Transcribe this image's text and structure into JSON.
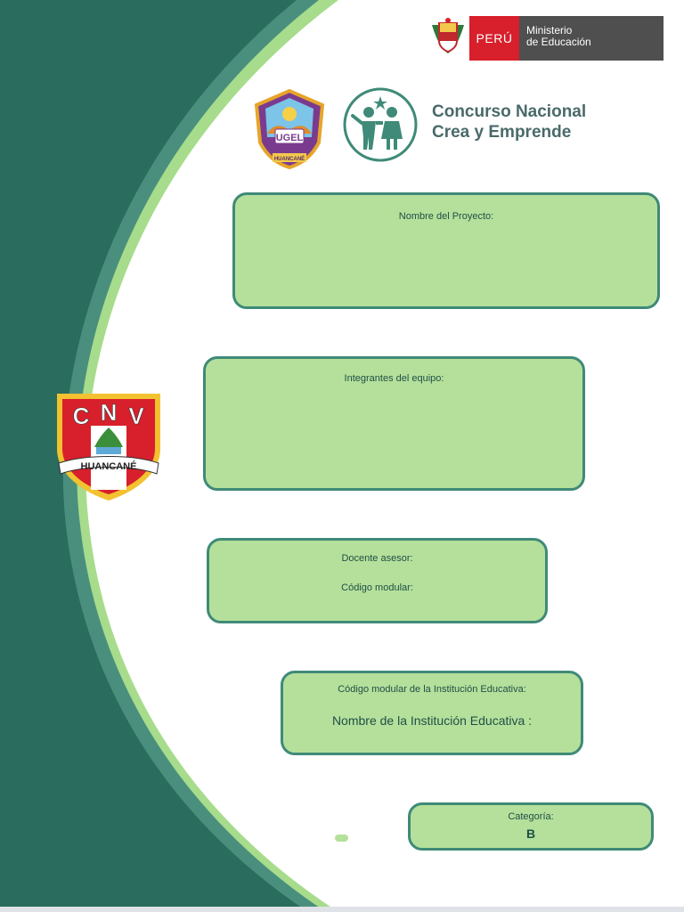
{
  "header": {
    "peru_label": "PERÚ",
    "ministry_line1": "Ministerio",
    "ministry_line2": "de Educación"
  },
  "logos": {
    "ugel_label": "UGEL",
    "ugel_place": "HUANCANÉ",
    "school_letters": [
      "C",
      "N",
      "V"
    ],
    "school_place": "HUANCANÉ"
  },
  "contest": {
    "title_line1": "Concurso Nacional",
    "title_line2": "Crea y Emprende"
  },
  "fields": {
    "project_name_label": "Nombre del Proyecto:",
    "team_label": "Integrantes del equipo:",
    "advisor_label": "Docente asesor:",
    "modular_code_label": "Código modular:",
    "institution_code_label": "Código modular de la Institución Educativa:",
    "institution_name_label": "Nombre de la Institución Educativa :",
    "category_label": "Categoría:",
    "category_value": "B"
  },
  "colors": {
    "dark_green": "#2a6c5e",
    "mid_green": "#4a8f7d",
    "light_green": "#a6dc8b",
    "box_fill": "#b5e09b",
    "box_border": "#3f8a78"
  }
}
